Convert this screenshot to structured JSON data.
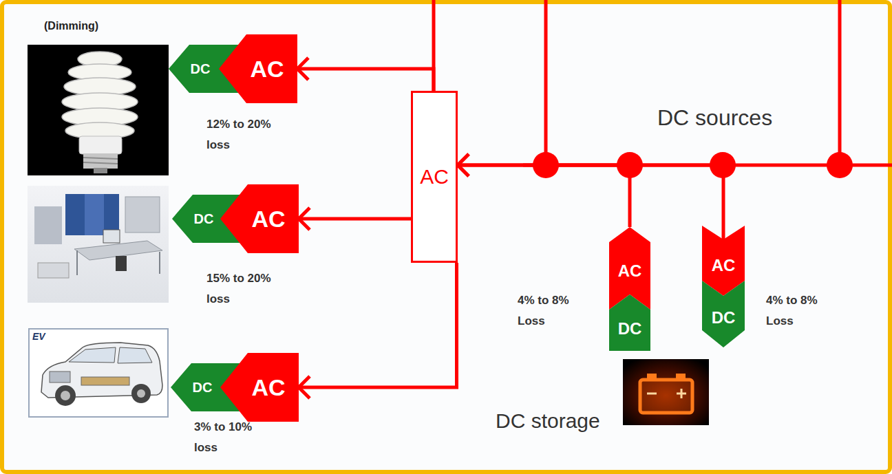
{
  "diagram": {
    "nodes": [
      {
        "text": [
          "DC"
        ]
      },
      {
        "text": [
          "AC"
        ]
      },
      {
        "text": [
          "DC"
        ]
      },
      {
        "text": [
          "AC"
        ]
      },
      {
        "text": [
          "DC"
        ]
      },
      {
        "text": [
          "AC"
        ]
      },
      {
        "text": [
          "AC"
        ]
      },
      {
        "text": [
          "AC"
        ]
      },
      {
        "text": [
          "DC"
        ]
      },
      {
        "text": [
          "AC"
        ]
      },
      {
        "text": [
          "DC"
        ]
      }
    ],
    "edges": [
      {
        "from": 6,
        "to": 1,
        "arrow": "to"
      },
      {
        "from": 6,
        "to": 3,
        "arrow": "to"
      },
      {
        "from": 6,
        "to": 5,
        "arrow": "to"
      },
      {
        "from": 7,
        "to": 6,
        "arrow": "to"
      },
      {
        "from": 9,
        "to": 6,
        "arrow": "to"
      }
    ],
    "labels": [
      "(Dimming)",
      "12% to 20% loss",
      "15% to 20% loss",
      "EV",
      "3% to 10% loss",
      "DC sources",
      "4% to 8% Loss",
      "4% to 8% Loss",
      "DC storage"
    ]
  }
}
